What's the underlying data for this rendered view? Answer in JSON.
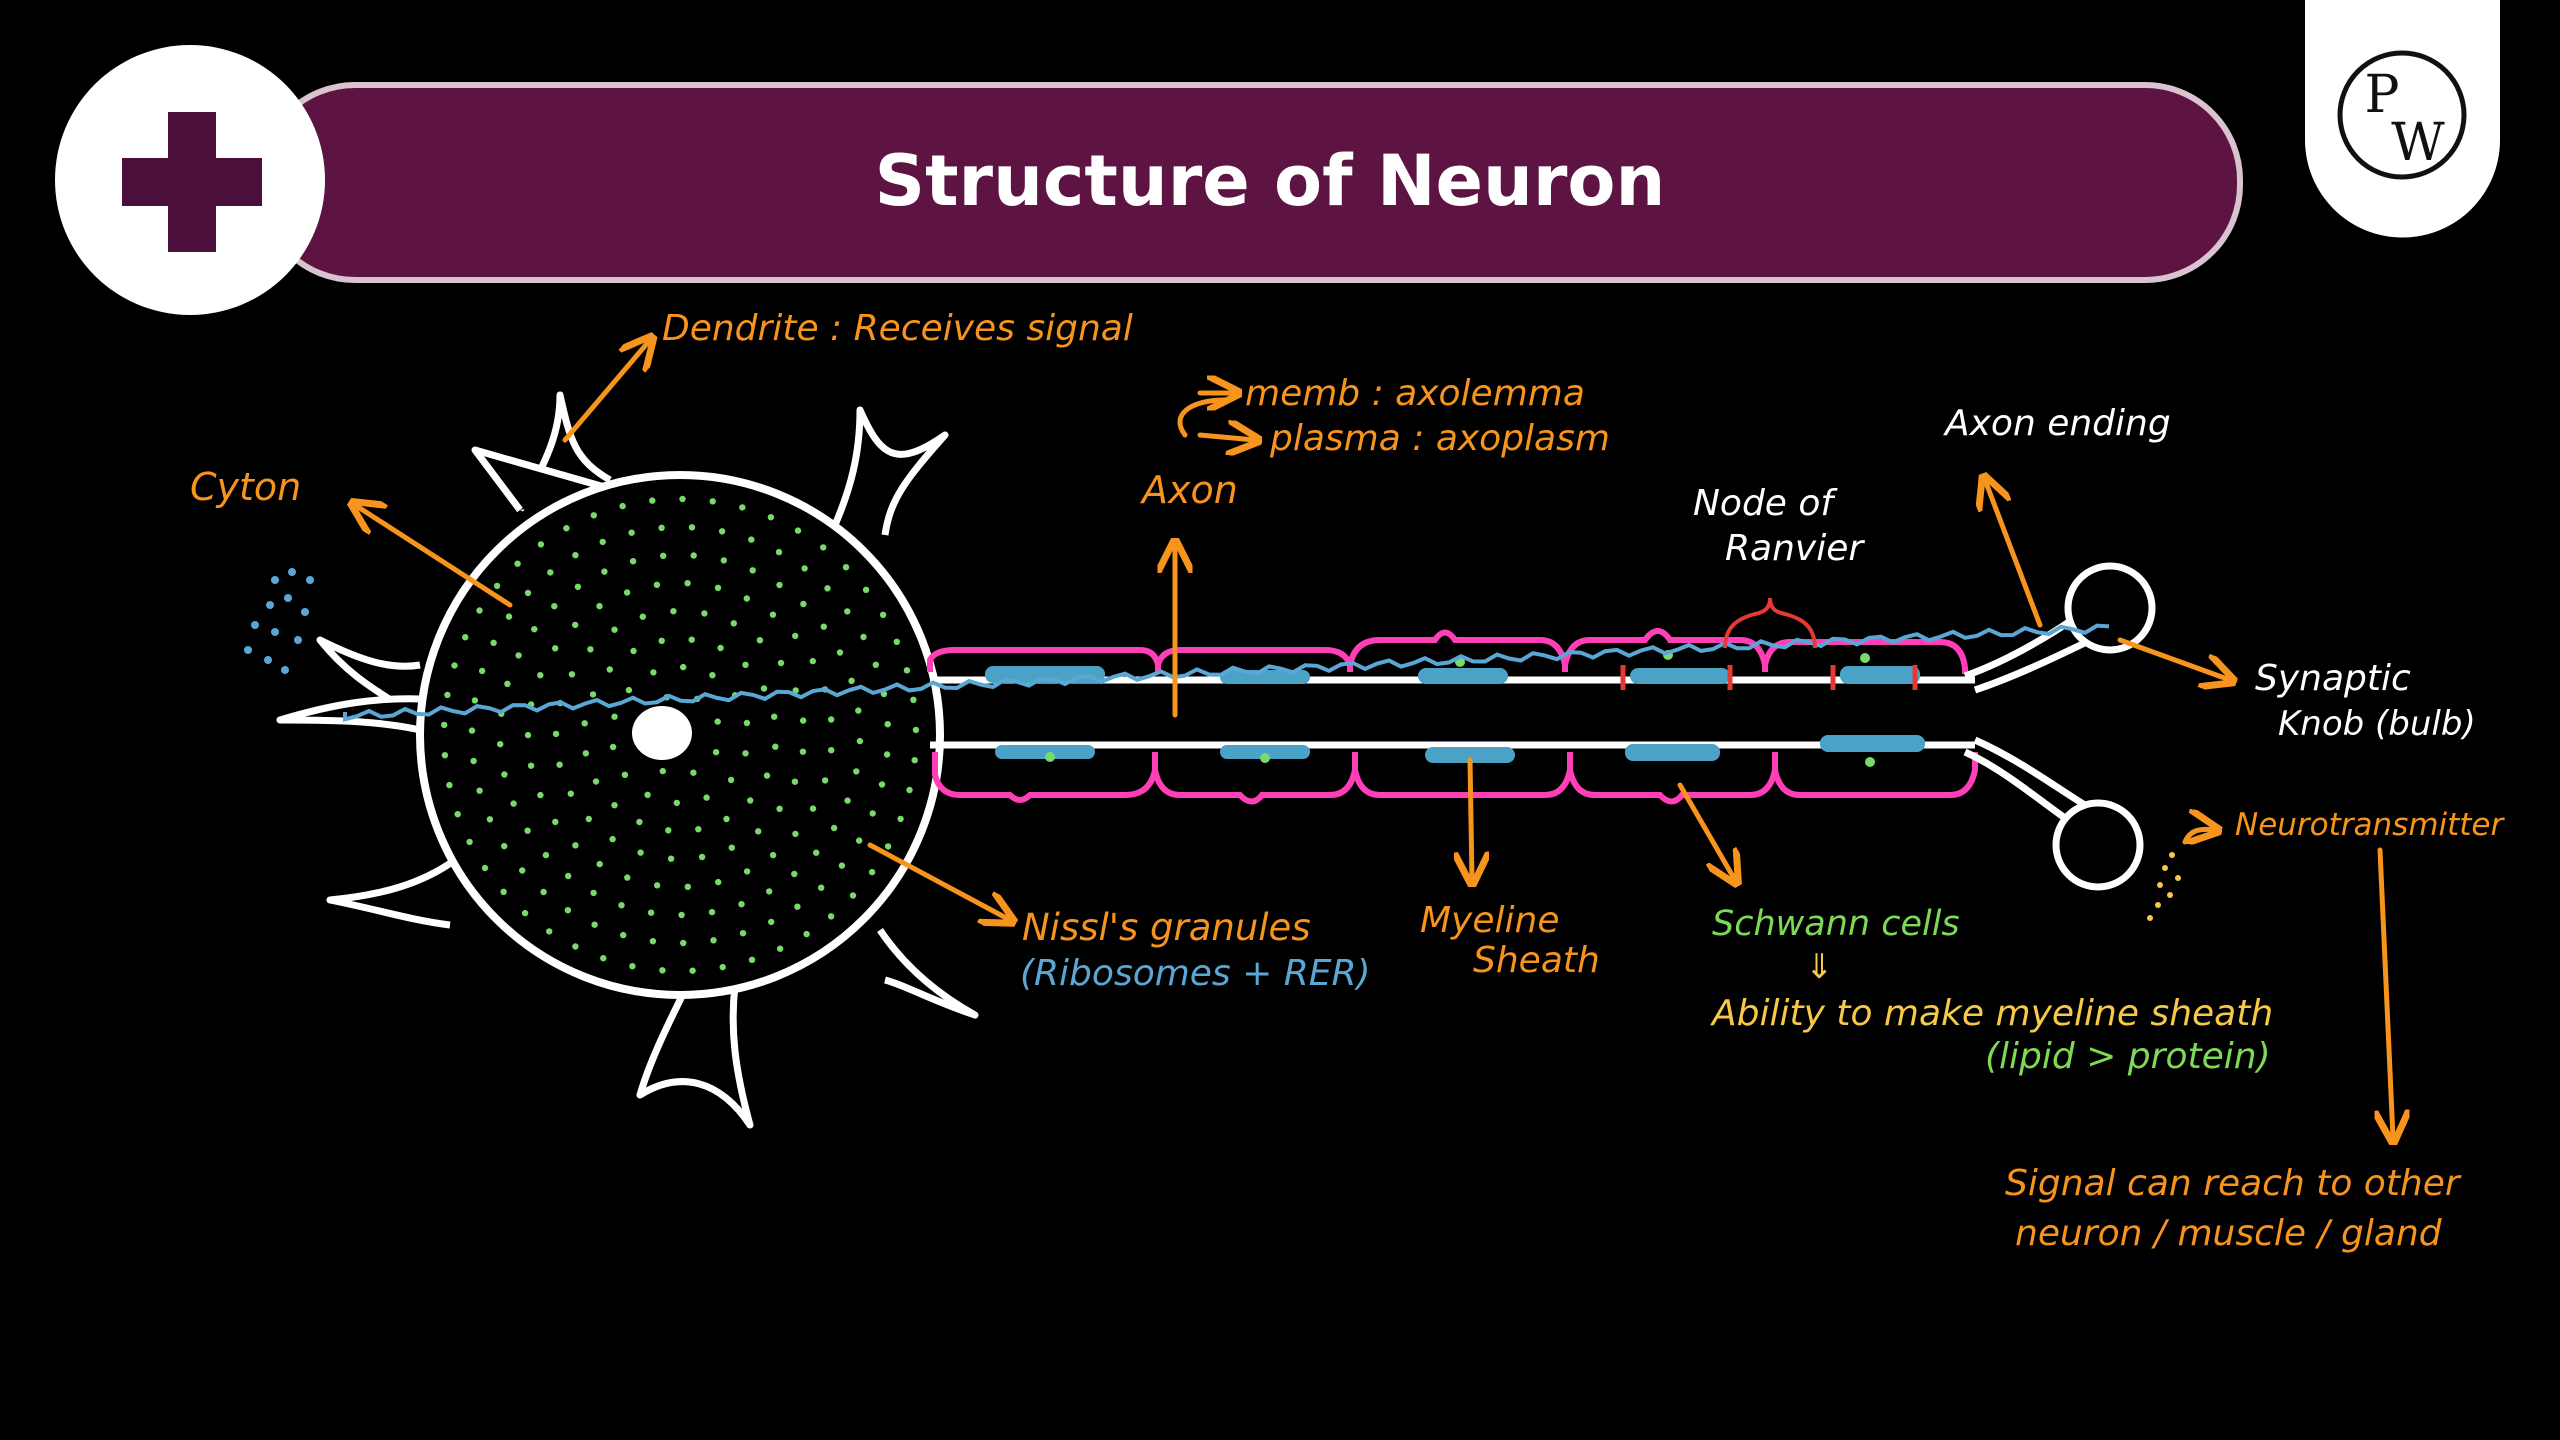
{
  "header": {
    "title": "Structure of Neuron",
    "logo_text_top": "P",
    "logo_text_bottom": "W"
  },
  "labels": {
    "dendrite": "Dendrite : Receives signal",
    "cyton": "Cyton",
    "axon": "Axon",
    "axon_memb": "memb : axolemma",
    "axon_plasma": "plasma : axoplasm",
    "node_line1": "Node of",
    "node_line2": "Ranvier",
    "axon_ending": "Axon ending",
    "synaptic_line1": "Synaptic",
    "synaptic_line2": "Knob (bulb)",
    "neurotransmitter": "Neurotransmitter",
    "signal_line1": "Signal can reach to other",
    "signal_line2": "neuron / muscle / gland",
    "nissl": "Nissl's granules",
    "nissl_sub": "(Ribosomes + RER)",
    "myeline_line1": "Myeline",
    "myeline_line2": "Sheath",
    "schwann": "Schwann cells",
    "schwann_arrow": "⇓",
    "ability": "Ability to make myeline sheath",
    "ability_sub": "(lipid > protein)"
  },
  "colors": {
    "background": "#000000",
    "banner": "#5e1443",
    "banner_border": "#d9c3cf",
    "orange_label": "#f7941d",
    "blue_label": "#5aa7d6",
    "green_label": "#7ed957",
    "magenta": "#ff3fb7",
    "cell_blue": "#4aa3c7",
    "nissl_green": "#79d96b",
    "outline": "#ffffff",
    "node_red": "#e53935"
  }
}
